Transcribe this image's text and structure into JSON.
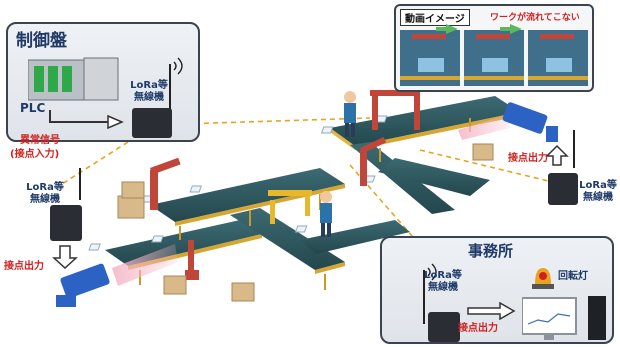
{
  "control_panel": {
    "title": "制御盤",
    "plc_label": "PLC",
    "wireless_label": [
      "LoRa等",
      "無線機"
    ],
    "abnormal_signal": [
      "異常信号",
      "(接点入力)"
    ]
  },
  "left_device": {
    "wireless_label": [
      "LoRa等",
      "無線機"
    ],
    "contact_output": "接点出力"
  },
  "right_device": {
    "wireless_label": [
      "LoRa等",
      "無線機"
    ],
    "contact_output": "接点出力"
  },
  "video_panel": {
    "title": "動画イメージ",
    "caption": "ワークが流れてこない"
  },
  "office_panel": {
    "title": "事務所",
    "wireless_label": [
      "LoRa等",
      "無線機"
    ],
    "contact_output": "接点出力",
    "beacon_label": "回転灯"
  },
  "colors": {
    "accent_red": "#d3201f",
    "title_blue": "#1f3a68",
    "link_orange": "#e8a321",
    "conveyor_teal": "#2f5a62",
    "robot_red": "#c0463a",
    "camera_blue": "#2b62c4"
  }
}
